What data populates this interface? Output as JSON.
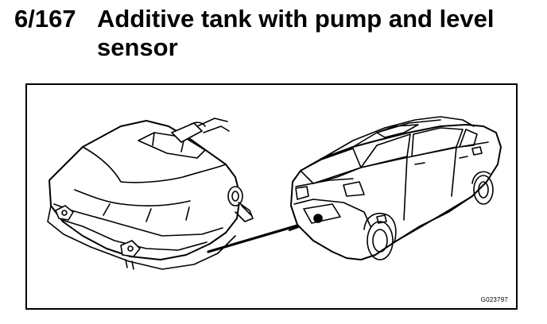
{
  "heading": {
    "ref_number": "6/167",
    "title_line_1": "Additive tank with pump and level",
    "title_line_2": "sensor"
  },
  "figure": {
    "code": "G023797",
    "tank_icon": "additive-tank-illustration",
    "car_icon": "sedan-rear-illustration"
  }
}
